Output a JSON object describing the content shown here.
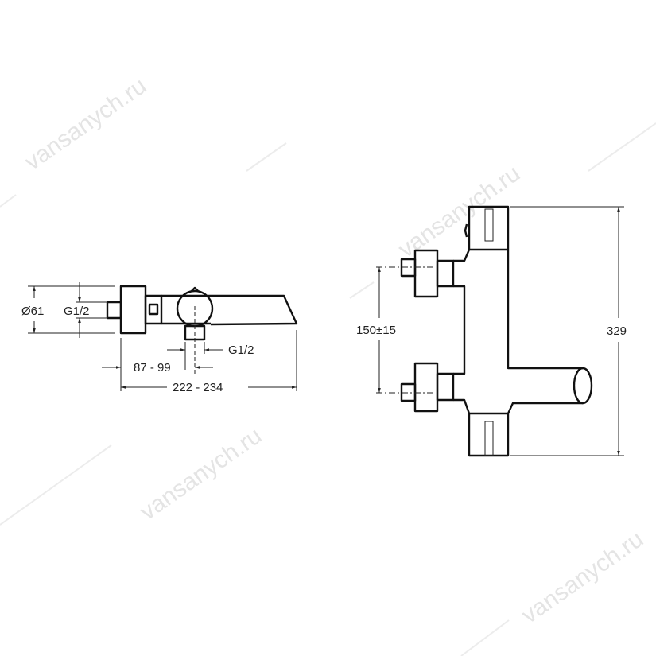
{
  "watermark": "vansanych.ru",
  "side_view": {
    "diameter_label": "Ø61",
    "inlet_thread_label": "G1/2",
    "outlet_thread_label": "G1/2",
    "offset_label": "87 - 99",
    "length_label": "222 - 234"
  },
  "front_view": {
    "inlet_spacing_label": "150±15",
    "height_label": "329"
  }
}
